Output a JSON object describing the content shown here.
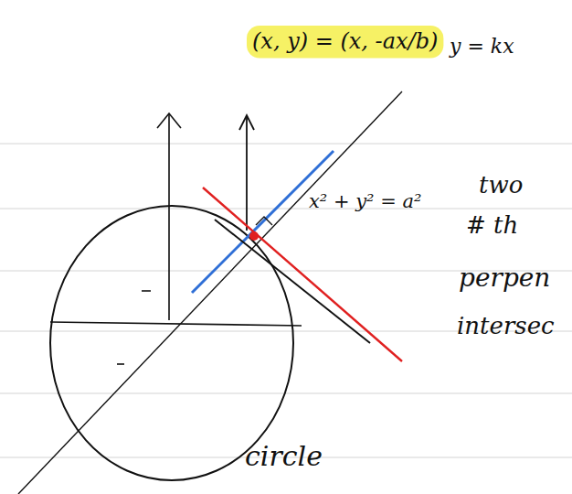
{
  "diagram": {
    "labels": [
      "(x, y) = (x, -ax/b)",
      "y = kx",
      "x² + y² = a²",
      "two",
      "# th",
      "perpen",
      "intersec",
      "circle"
    ]
  }
}
